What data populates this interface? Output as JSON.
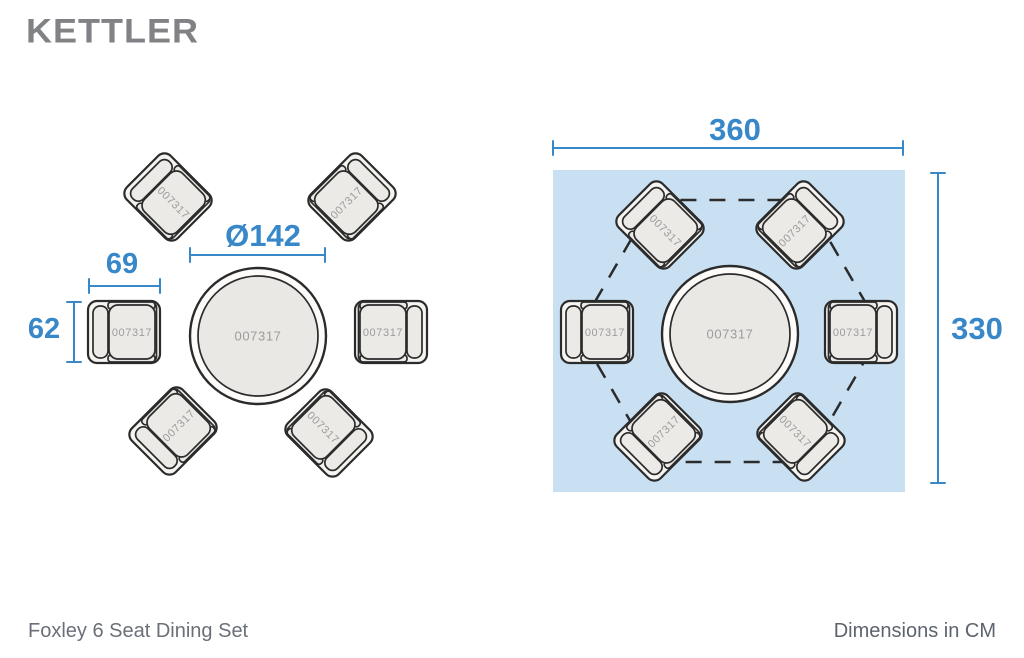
{
  "brand": {
    "logo_text": "KETTLER"
  },
  "footer": {
    "product_name": "Foxley 6 Seat Dining Set",
    "units_label": "Dimensions in CM"
  },
  "colors": {
    "dimension_blue": "#3787c9",
    "footprint_fill": "#c9e0f3",
    "outline_dark": "#2b2b2b",
    "label_gray": "#9c9c9c",
    "caption_gray": "#666c75",
    "logo_gray": "#808285"
  },
  "left_diagram": {
    "table_label": "007317",
    "chair_labels": [
      "007317",
      "007317",
      "007317",
      "007317",
      "007317",
      "007317"
    ],
    "dims": {
      "table_diameter": "Ø142",
      "chair_width": "69",
      "chair_depth": "62"
    }
  },
  "right_diagram": {
    "table_label": "007317",
    "chair_labels": [
      "007317",
      "007317",
      "007317",
      "007317",
      "007317",
      "007317"
    ],
    "dims": {
      "footprint_width": "360",
      "footprint_depth": "330"
    }
  }
}
